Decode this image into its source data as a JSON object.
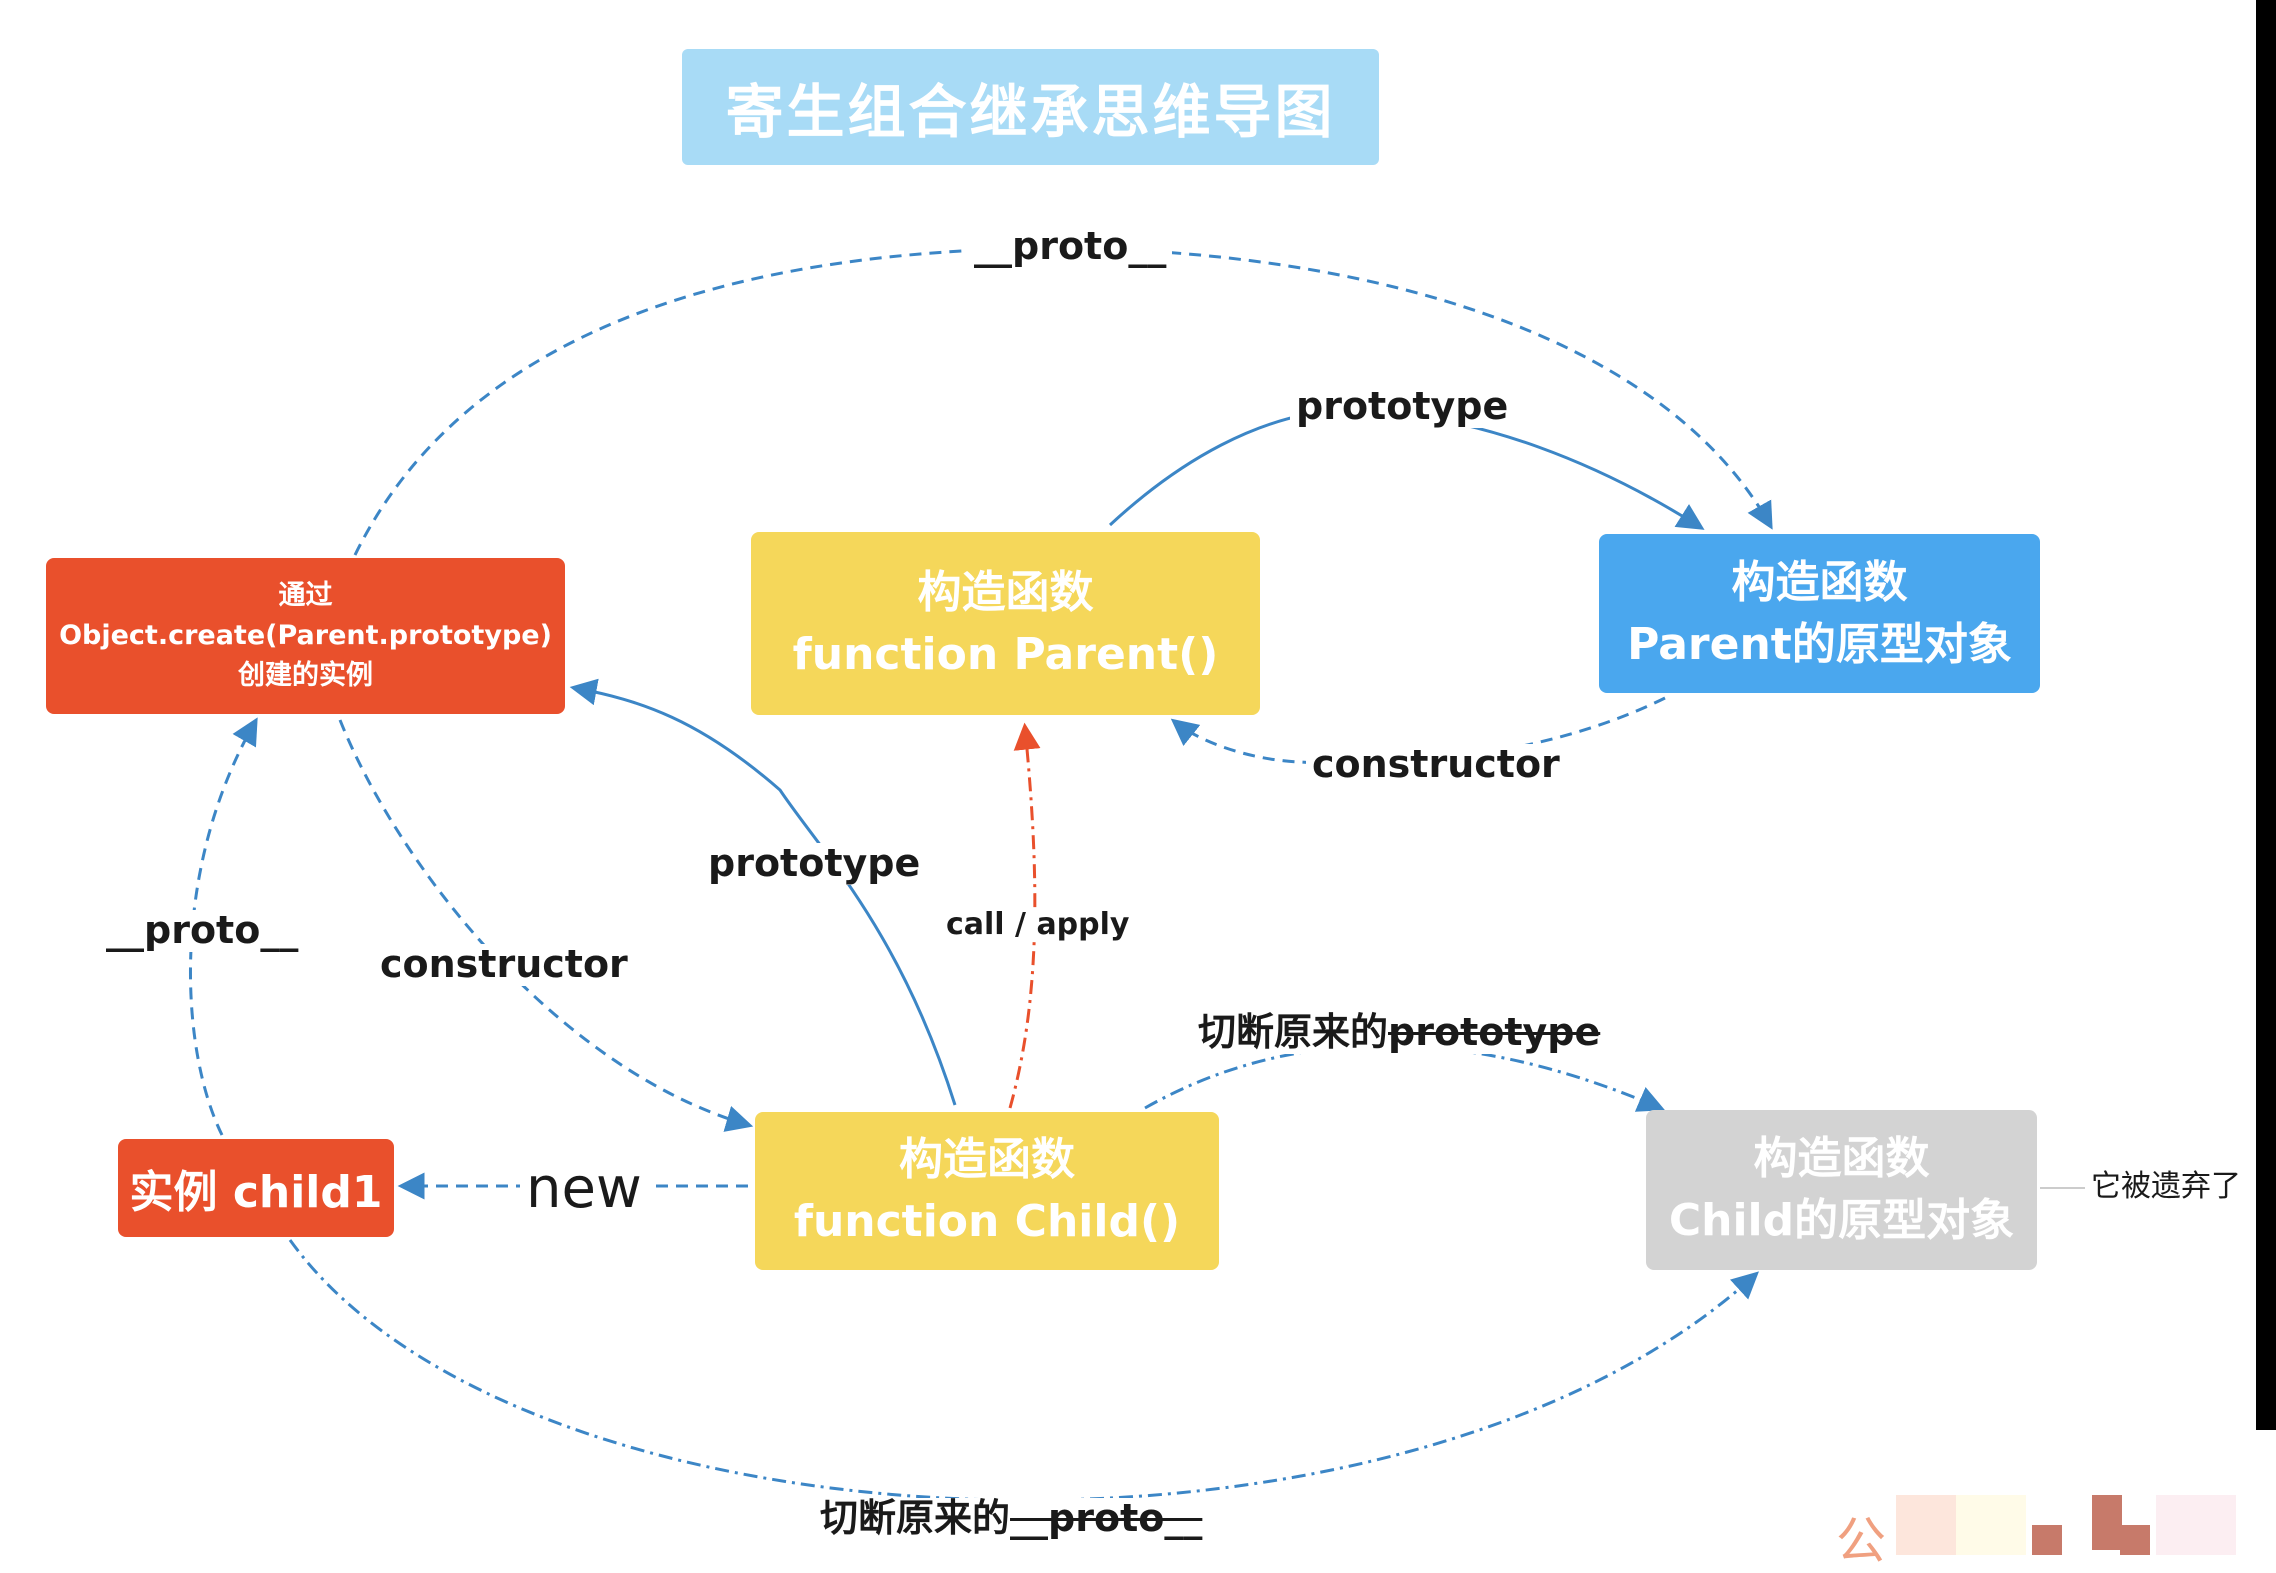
{
  "title": "寄生组合继承思维导图",
  "nodes": {
    "instance_obj": {
      "line1": "通过",
      "line2": "Object.create(Parent.prototype)",
      "line3": "创建的实例",
      "color": "#e9502c"
    },
    "parent_fn": {
      "line1": "构造函数",
      "line2": "function Parent()",
      "color": "#f5d75a"
    },
    "parent_proto": {
      "line1": "构造函数",
      "line2": "Parent的原型对象",
      "color": "#4aa7ee"
    },
    "child_instance": {
      "line1": "实例 child1",
      "color": "#e9502c"
    },
    "child_fn": {
      "line1": "构造函数",
      "line2": "function Child()",
      "color": "#f5d75a"
    },
    "child_proto": {
      "line1": "构造函数",
      "line2": "Child的原型对象",
      "color": "#d3d3d3"
    }
  },
  "edge_labels": {
    "proto_top": "__proto__",
    "prototype_parent": "prototype",
    "constructor_parent": "constructor",
    "prototype_child": "prototype",
    "call_apply": "call / apply",
    "proto_left": "__proto__",
    "constructor_left": "constructor",
    "new": "new",
    "cut_prototype_prefix": "切断原来的",
    "cut_prototype_suffix": "prototype",
    "cut_proto_prefix": "切断原来的",
    "cut_proto_suffix": "__proto__",
    "abandoned": "它被遗弃了"
  },
  "watermark": "公",
  "colors": {
    "title_bg": "#a8dbf6",
    "edge_blue": "#3c86c6",
    "edge_red": "#e9502c"
  }
}
